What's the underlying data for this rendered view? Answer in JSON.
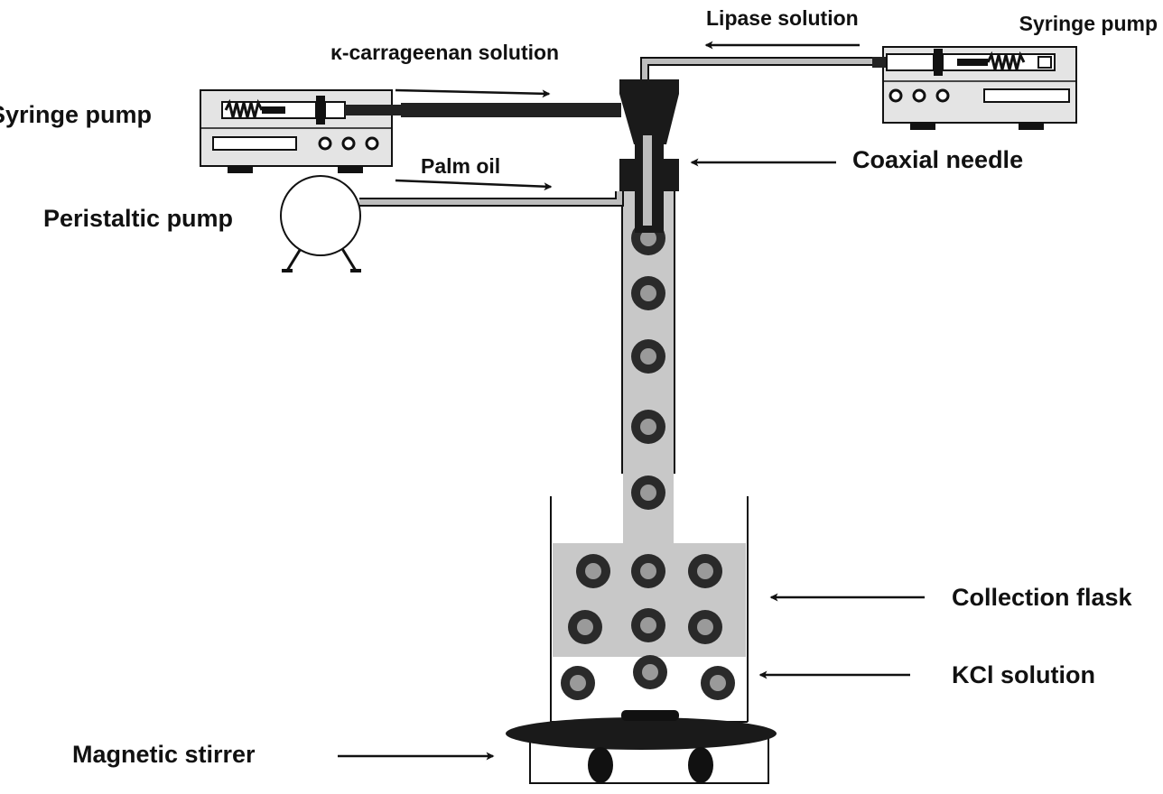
{
  "labels": {
    "syringe_pump_left": "Syringe pump",
    "syringe_pump_right": "Syringe pump",
    "carrageenan_solution": "κ-carrageenan solution",
    "lipase_solution": "Lipase solution",
    "palm_oil": "Palm oil",
    "peristaltic_pump": "Peristaltic pump",
    "coaxial_needle": "Coaxial needle",
    "collection_flask": "Collection flask",
    "kcl_solution": "KCl solution",
    "magnetic_stirrer": "Magnetic stirrer"
  },
  "colors": {
    "ink": "#111111",
    "pump_body": "#e4e4e4",
    "liquid": "#c8c8c8",
    "bead_ring": "#2a2a2a",
    "bead_core": "#9a9a9a",
    "tube_light": "#bdbdbd",
    "tube_dark": "#222222"
  }
}
